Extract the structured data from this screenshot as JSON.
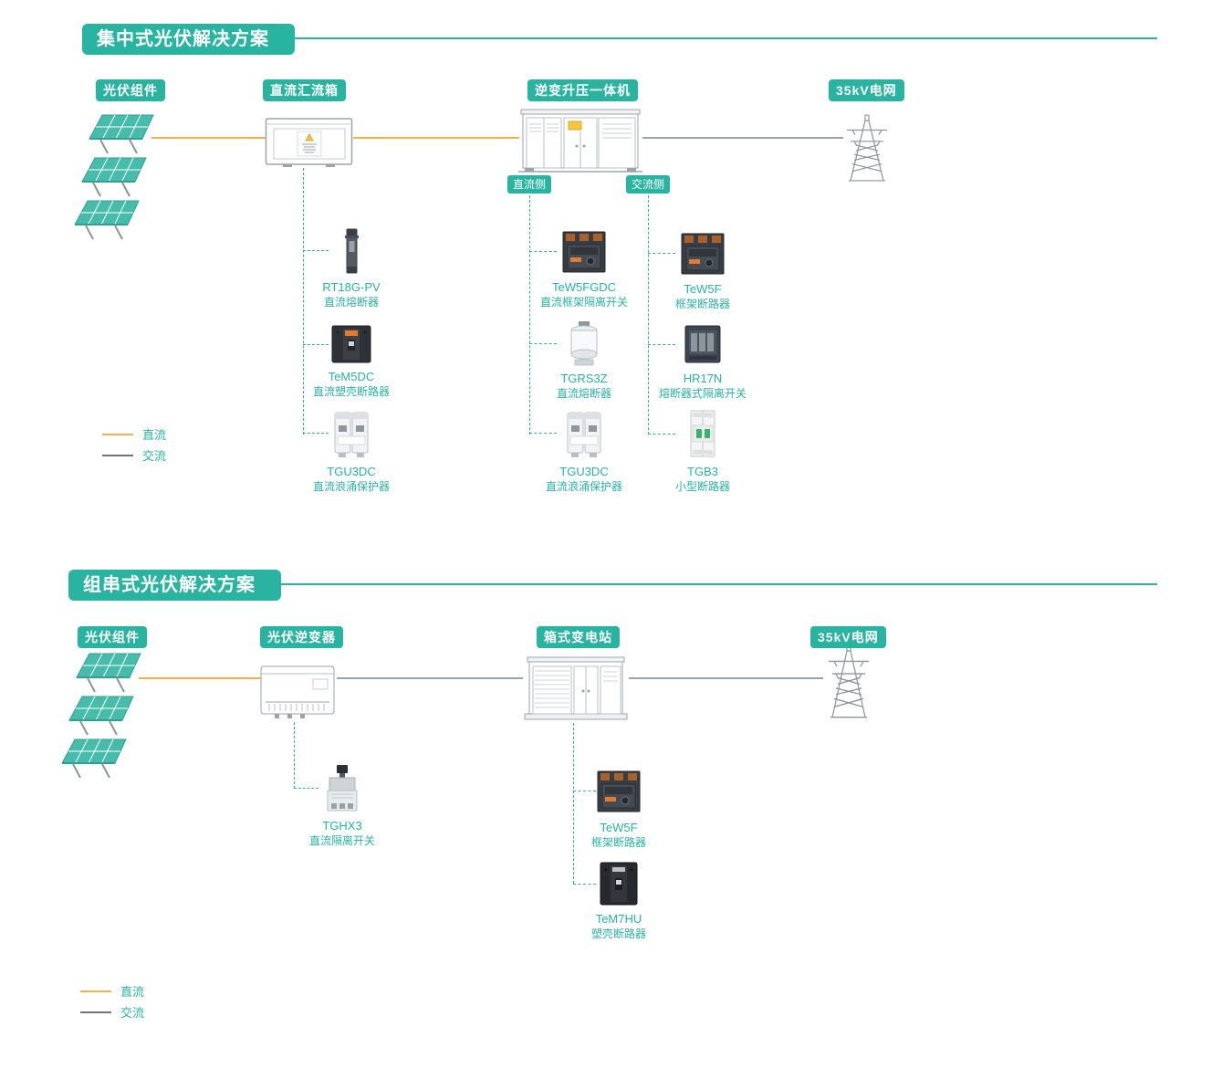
{
  "colors": {
    "teal": "#29b4a1",
    "orange": "#f3b14e",
    "gray": "#8f989e"
  },
  "legend": {
    "dc_label": "直流",
    "ac_label": "交流"
  },
  "section1": {
    "title": "集中式光伏解决方案",
    "node_labels": {
      "pv": "光伏组件",
      "combiner": "直流汇流箱",
      "inverter": "逆变升压一体机",
      "grid": "35kV电网"
    },
    "side_badges": {
      "dc": "直流侧",
      "ac": "交流侧"
    },
    "columns": [
      {
        "products": [
          {
            "name": "RT18G-PV",
            "desc": "直流熔断器"
          },
          {
            "name": "TeM5DC",
            "desc": "直流塑壳断路器"
          },
          {
            "name": "TGU3DC",
            "desc": "直流浪涌保护器"
          }
        ]
      },
      {
        "products": [
          {
            "name": "TeW5FGDC",
            "desc": "直流框架隔离开关"
          },
          {
            "name": "TGRS3Z",
            "desc": "直流熔断器"
          },
          {
            "name": "TGU3DC",
            "desc": "直流浪涌保护器"
          }
        ]
      },
      {
        "products": [
          {
            "name": "TeW5F",
            "desc": "框架断路器"
          },
          {
            "name": "HR17N",
            "desc": "熔断器式隔离开关"
          },
          {
            "name": "TGB3",
            "desc": "小型断路器"
          }
        ]
      }
    ]
  },
  "section2": {
    "title": "组串式光伏解决方案",
    "node_labels": {
      "pv": "光伏组件",
      "inverter": "光伏逆变器",
      "substation": "箱式变电站",
      "grid": "35kV电网"
    },
    "columns": [
      {
        "products": [
          {
            "name": "TGHX3",
            "desc": "直流隔离开关"
          }
        ]
      },
      {
        "products": [
          {
            "name": "TeW5F",
            "desc": "框架断路器"
          },
          {
            "name": "TeM7HU",
            "desc": "塑壳断路器"
          }
        ]
      }
    ]
  }
}
